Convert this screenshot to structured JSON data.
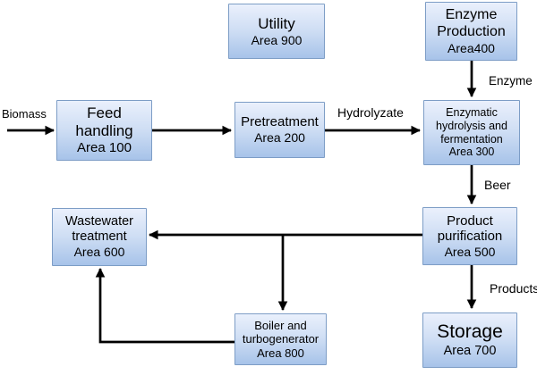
{
  "diagram": {
    "type": "process-flow",
    "background_color": "#ffffff",
    "box_style": {
      "fill_top": "#eaf0fc",
      "fill_bottom": "#a7c3e9",
      "border": "#7d9dc6",
      "text_color": "#000000"
    },
    "arrow_color": "#000000",
    "boxes": [
      {
        "id": "utility",
        "name": "Utility",
        "area": "Area 900"
      },
      {
        "id": "enzyme-production",
        "name": "Enzyme Production",
        "area": "Area400"
      },
      {
        "id": "feed-handling",
        "name": "Feed handling",
        "area": "Area 100"
      },
      {
        "id": "pretreatment",
        "name": "Pretreatment",
        "area": "Area 200"
      },
      {
        "id": "enzymatic-hydrolysis",
        "name": "Enzymatic hydrolysis and fermentation",
        "area": "Area 300"
      },
      {
        "id": "wastewater-treatment",
        "name": "Wastewater treatment",
        "area": "Area 600"
      },
      {
        "id": "product-purification",
        "name": "Product purification",
        "area": "Area 500"
      },
      {
        "id": "boiler-turbogenerator",
        "name": "Boiler and turbogenerator",
        "area": "Area 800"
      },
      {
        "id": "storage",
        "name": "Storage",
        "area": "Area 700"
      }
    ],
    "flow_labels": {
      "biomass": "Biomass",
      "hydrolyzate": "Hydrolyzate",
      "enzyme": "Enzyme",
      "beer": "Beer",
      "products": "Products"
    },
    "flows": [
      {
        "from": "input",
        "to": "Feed handling Area 100",
        "label": "Biomass"
      },
      {
        "from": "Feed handling Area 100",
        "to": "Pretreatment Area 200",
        "label": ""
      },
      {
        "from": "Pretreatment Area 200",
        "to": "Enzymatic hydrolysis and fermentation Area 300",
        "label": "Hydrolyzate"
      },
      {
        "from": "Enzyme Production Area400",
        "to": "Enzymatic hydrolysis and fermentation Area 300",
        "label": "Enzyme"
      },
      {
        "from": "Enzymatic hydrolysis and fermentation Area 300",
        "to": "Product purification Area 500",
        "label": "Beer"
      },
      {
        "from": "Product purification Area 500",
        "to": "Wastewater treatment Area 600",
        "label": ""
      },
      {
        "from": "Product purification Area 500",
        "to": "Boiler and turbogenerator Area 800",
        "label": ""
      },
      {
        "from": "Product purification Area 500",
        "to": "Storage Area 700",
        "label": "Products"
      },
      {
        "from": "Boiler and turbogenerator Area 800",
        "to": "Wastewater treatment Area 600",
        "label": ""
      }
    ]
  }
}
